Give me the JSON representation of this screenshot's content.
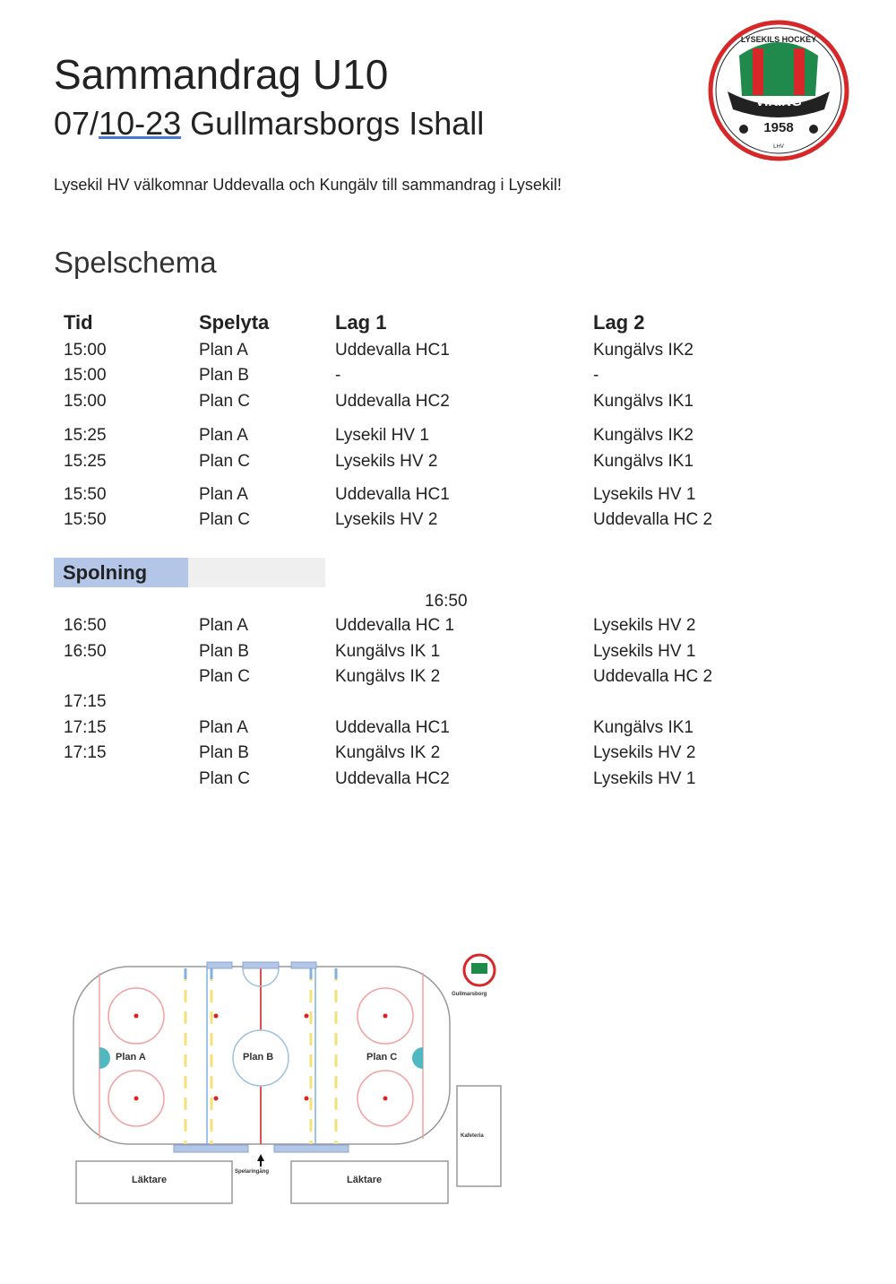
{
  "header": {
    "title": "Sammandrag U10",
    "date_prefix": "07/",
    "date_underlined": "10-23",
    "venue": " Gullmarsborgs Ishall",
    "intro": "Lysekil HV välkomnar Uddevalla och Kungälv till sammandrag i Lysekil!"
  },
  "logo": {
    "text_top": "LYSEKILS HOCKEY",
    "text_mid": "VIKING",
    "year": "1958",
    "text_bottom": "LHV"
  },
  "schedule": {
    "heading": "Spelschema",
    "columns": [
      "Tid",
      "Spelyta",
      "Lag 1",
      "Lag 2"
    ],
    "rows": [
      [
        "15:00",
        "Plan A",
        "Uddevalla HC1",
        "Kungälvs IK2"
      ],
      [
        "15:00",
        "Plan B",
        "-",
        "-"
      ],
      [
        "15:00",
        "Plan C",
        "Uddevalla HC2",
        "Kungälvs IK1"
      ],
      [
        "15:25",
        "Plan A",
        "Lysekil HV 1",
        "Kungälvs IK2"
      ],
      [
        "15:25",
        "Plan C",
        "Lysekils HV 2",
        "Kungälvs IK1"
      ],
      [
        "15:50",
        "Plan A",
        "Uddevalla HC1",
        "Lysekils HV 1"
      ],
      [
        "15:50",
        "Plan C",
        "Lysekils HV 2",
        "Uddevalla HC 2"
      ]
    ],
    "break_label": "Spolning",
    "break_time": "16:50",
    "rows2": [
      [
        "16:50",
        "Plan A",
        "Uddevalla HC 1",
        "Lysekils HV 2"
      ],
      [
        "16:50",
        "Plan B",
        "Kungälvs IK 1",
        "Lysekils HV 1"
      ],
      [
        "",
        "Plan C",
        "Kungälvs IK 2",
        "Uddevalla HC 2"
      ],
      [
        "17:15",
        "",
        "",
        ""
      ],
      [
        "17:15",
        "Plan A",
        "Uddevalla HC1",
        "Kungälvs IK1"
      ],
      [
        "17:15",
        "Plan B",
        "Kungälvs IK 2",
        "Lysekils HV 2"
      ],
      [
        "",
        "Plan C",
        "Uddevalla HC2",
        "Lysekils HV 1"
      ]
    ]
  },
  "map": {
    "plan_a": "Plan A",
    "plan_b": "Plan B",
    "plan_c": "Plan C",
    "stand_left": "Läktare",
    "stand_right": "Läktare",
    "entrance": "Spelaringång",
    "cafe": "Kafeteria",
    "arena": "Gullmarsborg"
  }
}
